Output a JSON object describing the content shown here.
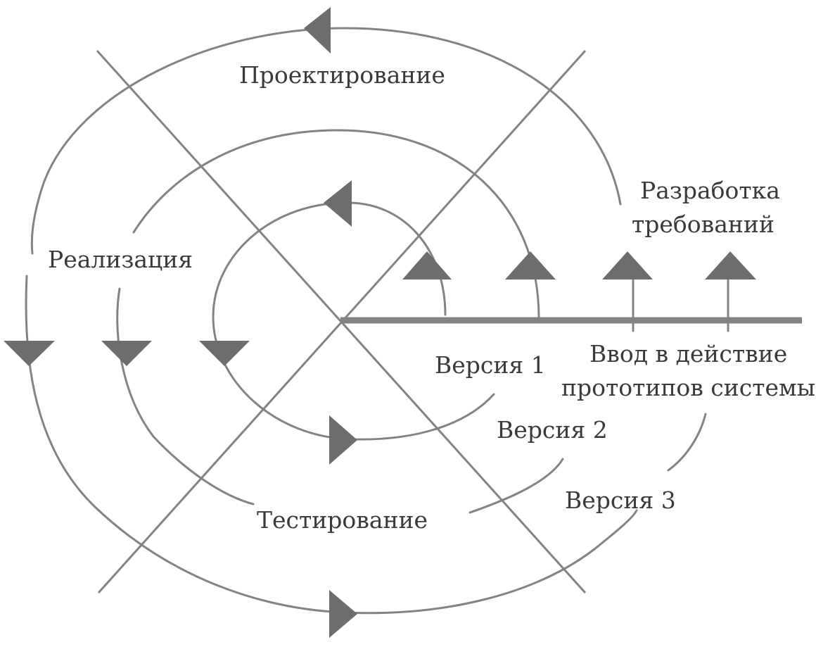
{
  "labels": {
    "design": "Проектирование",
    "requirements_line1": "Разработка",
    "requirements_line2": "требований",
    "implementation": "Реализация",
    "testing": "Тестирование",
    "version1": "Версия 1",
    "version2": "Версия 2",
    "version3": "Версия 3",
    "deployment_line1": "Ввод в действие",
    "deployment_line2": "прототипов системы"
  },
  "colors": {
    "line": "#838383",
    "arrow": "#6d6d6d",
    "text": "#3a3a3a"
  }
}
